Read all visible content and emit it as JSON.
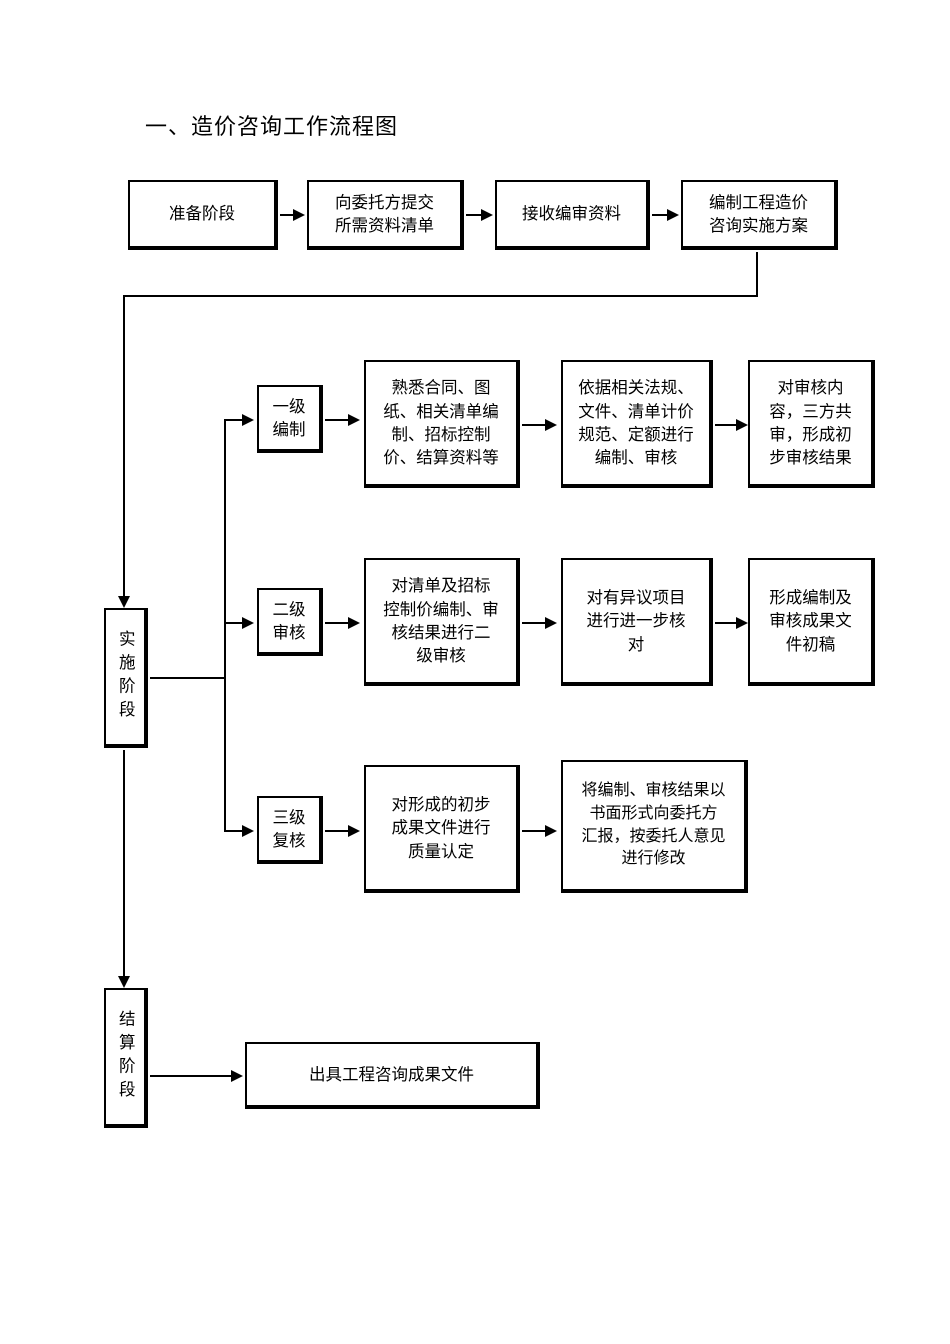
{
  "document": {
    "title": "一、造价咨询工作流程图",
    "type": "flowchart",
    "background_color": "#ffffff",
    "line_color": "#000000"
  },
  "stages": {
    "preparation": "准备阶段",
    "implementation": "实施阶段",
    "settlement": "结算阶段"
  },
  "top_row": [
    {
      "id": "prep-stage",
      "label": "准备阶段"
    },
    {
      "id": "submit-list",
      "label": "向委托方提交\n所需资料清单"
    },
    {
      "id": "receive-data",
      "label": "接收编审资料"
    },
    {
      "id": "make-plan",
      "label": "编制工程造价\n咨询实施方案"
    }
  ],
  "level_one": {
    "stage_label": "一级\n编制",
    "steps": [
      {
        "id": "familiarize",
        "label": "熟悉合同、图\n纸、相关清单编\n制、招标控制\n价、结算资料等"
      },
      {
        "id": "compile-by-regulation",
        "label": "依据相关法规、\n文件、清单计价\n规范、定额进行\n编制、审核"
      },
      {
        "id": "three-party-review",
        "label": "对审核内\n容，三方共\n审，形成初\n步审核结果"
      }
    ]
  },
  "level_two": {
    "stage_label": "二级\n审核",
    "steps": [
      {
        "id": "second-review",
        "label": "对清单及招标\n控制价编制、审\n核结果进行二\n级审核"
      },
      {
        "id": "verify-disputes",
        "label": "对有异议项目\n进行进一步核\n对"
      },
      {
        "id": "draft-results",
        "label": "形成编制及\n审核成果文\n件初稿"
      }
    ]
  },
  "level_three": {
    "stage_label": "三级\n复核",
    "steps": [
      {
        "id": "quality-check",
        "label": "对形成的初步\n成果文件进行\n质量认定"
      },
      {
        "id": "report-and-revise",
        "label": "将编制、审核结果以\n书面形式向委托方\n汇报，按委托人意见\n进行修改"
      }
    ]
  },
  "bottom": {
    "output": "出具工程咨询成果文件"
  }
}
